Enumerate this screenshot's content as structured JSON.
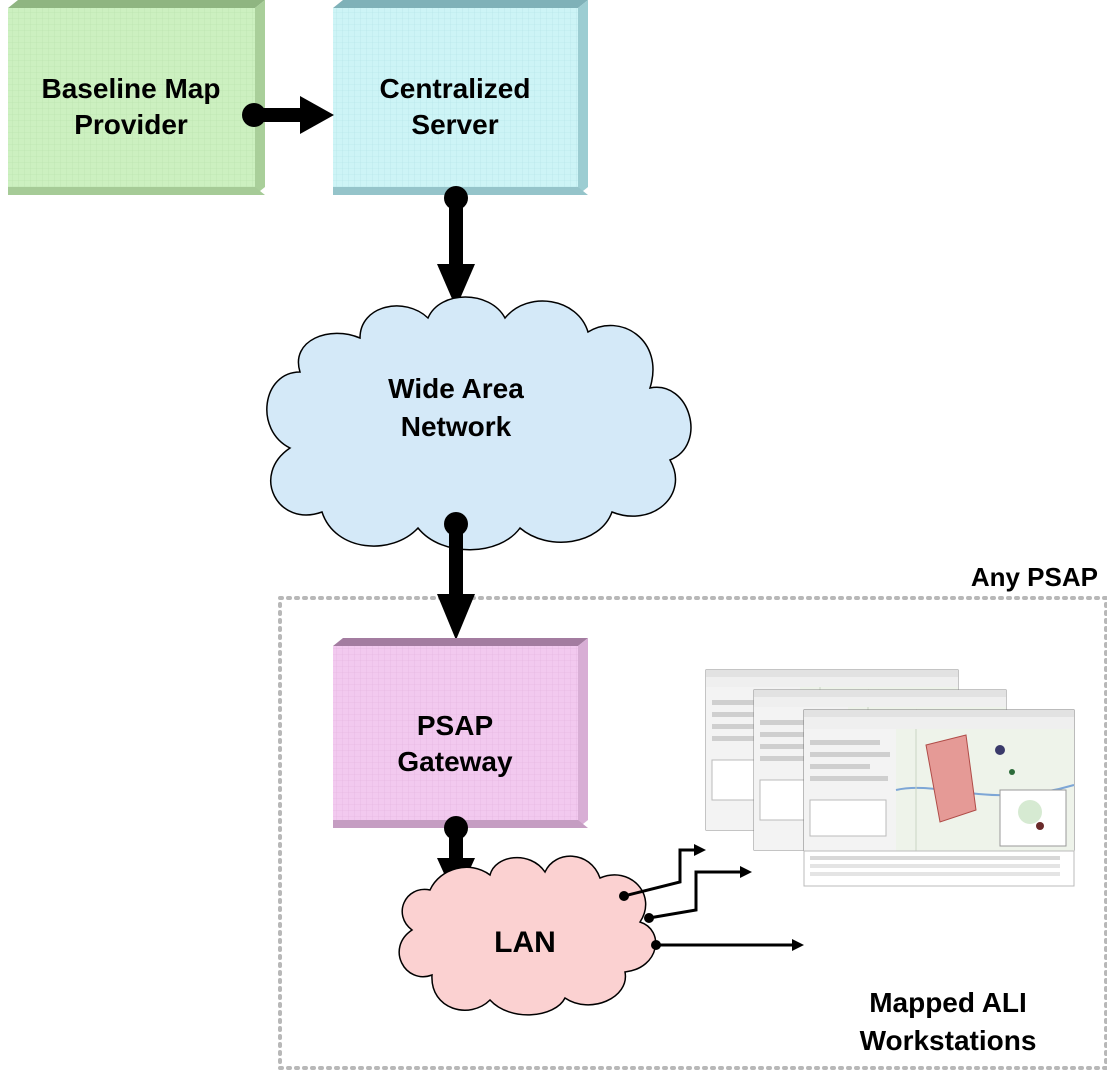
{
  "nodes": {
    "baseline_map_provider": {
      "line1": "Baseline Map",
      "line2": "Provider",
      "color": "#ccf0c0"
    },
    "centralized_server": {
      "line1": "Centralized",
      "line2": "Server",
      "color": "#cdf4f6"
    },
    "wide_area_network": {
      "line1": "Wide Area",
      "line2": "Network",
      "color": "#d4e9f8"
    },
    "psap_gateway": {
      "line1": "PSAP",
      "line2": "Gateway",
      "color": "#f2c9ef"
    },
    "lan": {
      "label": "LAN",
      "color": "#fbd1d1"
    }
  },
  "region": {
    "label": "Any PSAP"
  },
  "workstations": {
    "line1": "Mapped ALI",
    "line2": "Workstations",
    "count": 3
  },
  "colors": {
    "arrow": "#000000",
    "region_border": "#b8b8b8",
    "map_area_fill": "#e59a96",
    "map_water": "#7da6d6"
  }
}
